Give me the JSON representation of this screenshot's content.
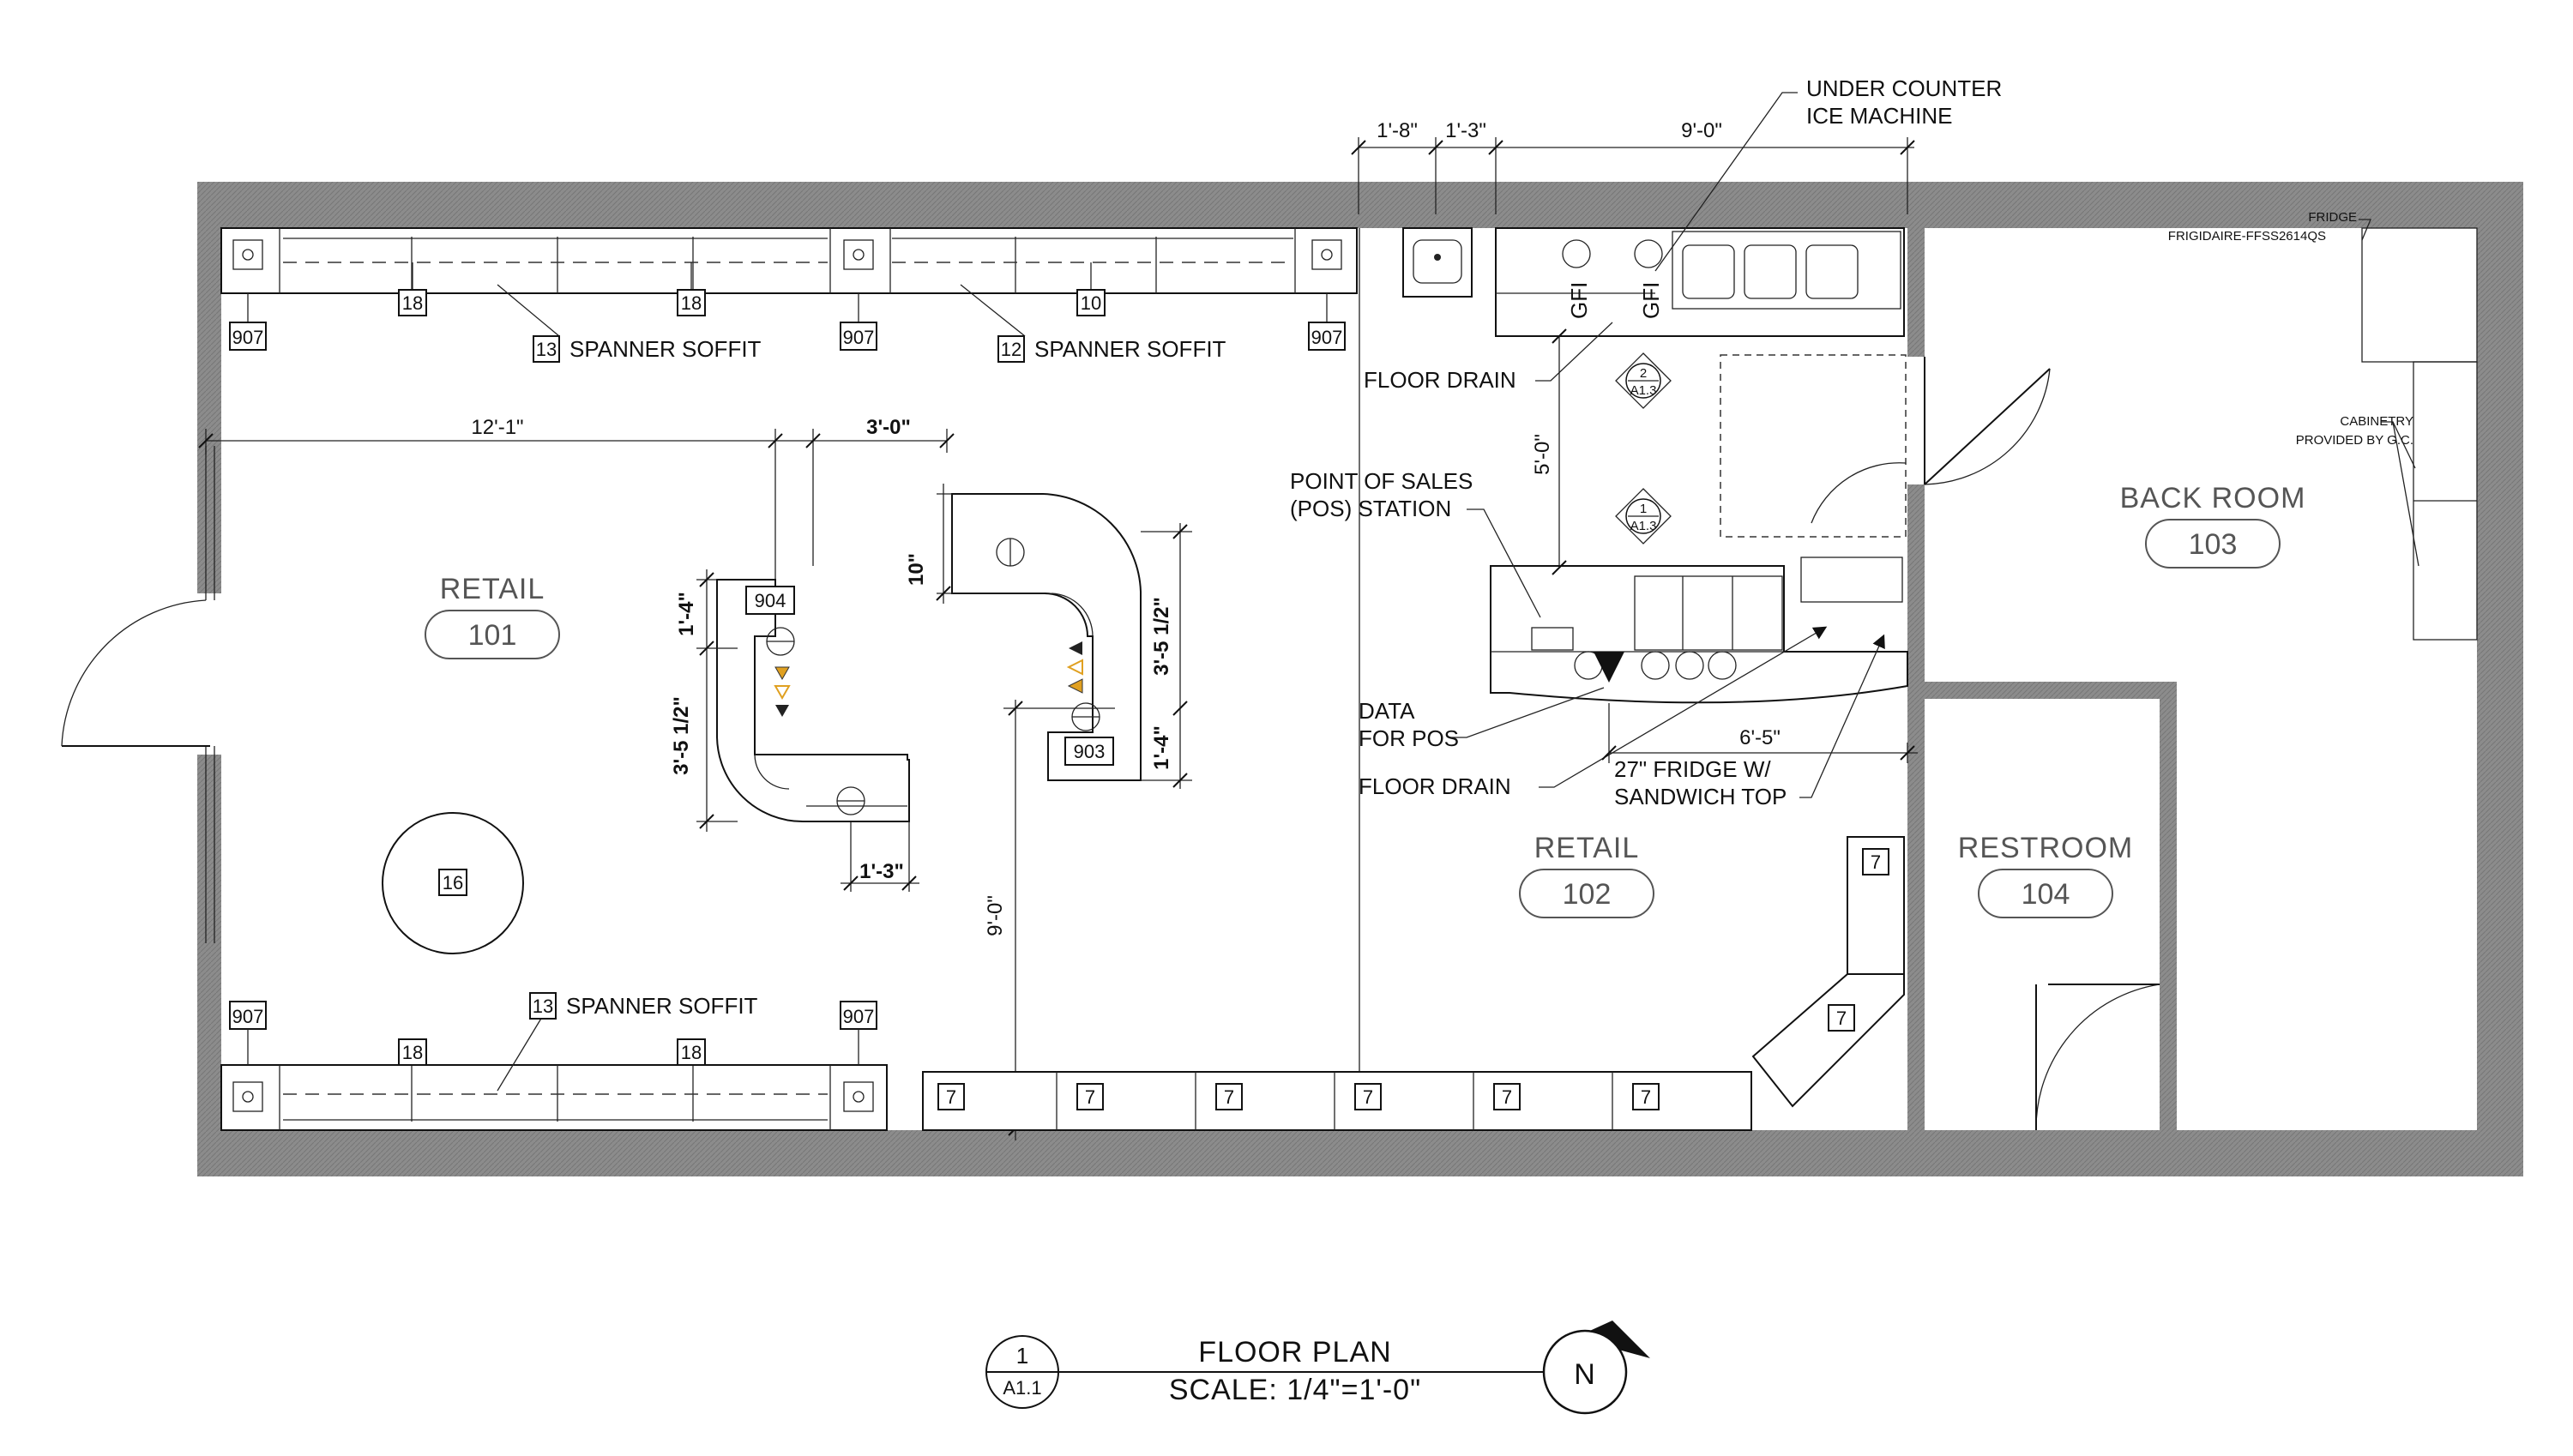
{
  "labels": {
    "under_counter_ice_1": "UNDER COUNTER",
    "under_counter_ice_2": "ICE MACHINE",
    "fridge": "FRIDGE",
    "fridge_model": "FRIGIDAIRE-FFSS2614QS",
    "cabinetry_1": "CABINETRY",
    "cabinetry_2": "PROVIDED BY G.C.",
    "floor_drain_top": "FLOOR DRAIN",
    "pos_1": "POINT OF SALES",
    "pos_2": "(POS) STATION",
    "data_1": "DATA",
    "data_2": "FOR POS",
    "floor_drain_bottom": "FLOOR DRAIN",
    "fridge27_1": "27\" FRIDGE W/",
    "fridge27_2": "SANDWICH TOP",
    "spanner_soffit": "SPANNER SOFFIT",
    "gfi": "GFI"
  },
  "tags": {
    "t907": "907",
    "t18": "18",
    "t10": "10",
    "t13": "13",
    "t12": "12",
    "t904": "904",
    "t903": "903",
    "t16": "16",
    "t7": "7"
  },
  "rooms": {
    "retail_101": {
      "name": "RETAIL",
      "number": "101"
    },
    "retail_102": {
      "name": "RETAIL",
      "number": "102"
    },
    "back_room": {
      "name": "BACK ROOM",
      "number": "103"
    },
    "restroom": {
      "name": "RESTROOM",
      "number": "104"
    }
  },
  "dimensions": {
    "d1_8": "1'-8\"",
    "d1_3": "1'-3\"",
    "d9_0_top": "9'-0\"",
    "d12_1": "12'-1\"",
    "d3_0": "3'-0\"",
    "d10": "10\"",
    "d1_4a": "1'-4\"",
    "d3_5a": "3'-5 1/2\"",
    "d3_5b": "3'-5 1/2\"",
    "d1_4b": "1'-4\"",
    "d1_3b": "1'-3\"",
    "d9_0_v": "9'-0\"",
    "d5_0": "5'-0\"",
    "d6_5": "6'-5\""
  },
  "sections": {
    "s2_num": "2",
    "s2_sheet": "A1.3",
    "s1_num": "1",
    "s1_sheet": "A1.3"
  },
  "title_block": {
    "detail_number": "1",
    "sheet": "A1.1",
    "title": "FLOOR PLAN",
    "scale": "SCALE: 1/4\"=1'-0\"",
    "north": "N"
  }
}
